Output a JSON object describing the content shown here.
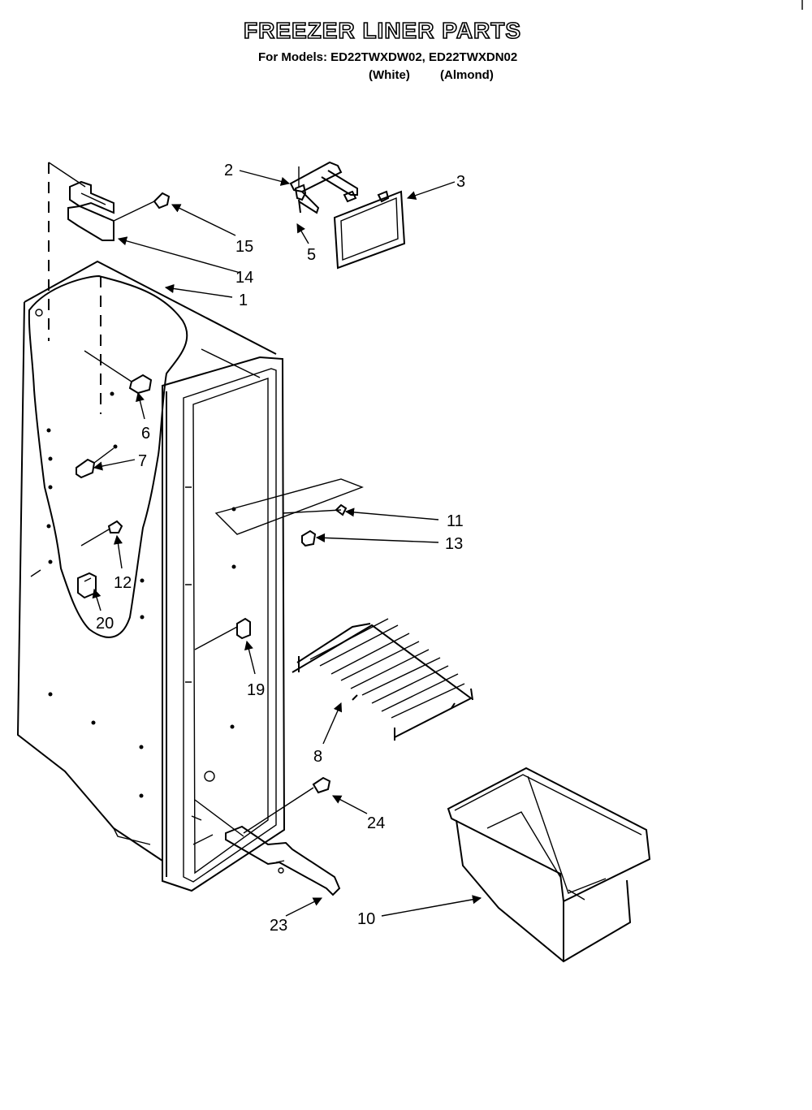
{
  "header": {
    "title": "FREEZER LINER PARTS",
    "models_line": "For Models: ED22TWXDW02, ED22TWXDN02",
    "color_white": "(White)",
    "color_almond": "(Almond)"
  },
  "callouts": {
    "c1": "1",
    "c2": "2",
    "c3": "3",
    "c5": "5",
    "c6": "6",
    "c7": "7",
    "c8": "8",
    "c10": "10",
    "c11": "11",
    "c12": "12",
    "c13": "13",
    "c14": "14",
    "c15": "15",
    "c19": "19",
    "c20": "20",
    "c23": "23",
    "c24": "24"
  }
}
